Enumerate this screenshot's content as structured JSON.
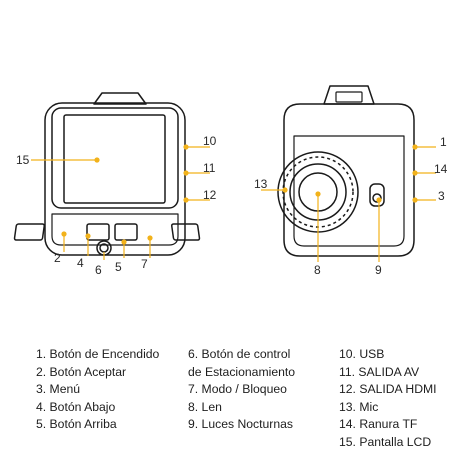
{
  "callouts": {
    "front": {
      "c15": "15",
      "c10": "10",
      "c11": "11",
      "c12": "12",
      "c2": "2",
      "c4": "4",
      "c6": "6",
      "c5": "5",
      "c7": "7"
    },
    "back": {
      "c1": "1",
      "c14": "14",
      "c3": "3",
      "c13": "13",
      "c8": "8",
      "c9": "9"
    }
  },
  "legend": {
    "col1": [
      "1. Botón de Encendido",
      "2. Botón Aceptar",
      "3. Menú",
      "4. Botón Abajo",
      "5. Botón Arriba"
    ],
    "col2": [
      "6. Botón de control",
      "de Estacionamiento",
      "7. Modo / Bloqueo",
      "8. Len",
      "9. Luces Nocturnas"
    ],
    "col3": [
      "10. USB",
      "11. SALIDA AV",
      "12. SALIDA HDMI",
      "13. Mic",
      "14. Ranura TF",
      "15. Pantalla LCD"
    ]
  },
  "colors": {
    "outline": "#1a1a1a",
    "accent": "#f2b21b",
    "text": "#222222"
  }
}
